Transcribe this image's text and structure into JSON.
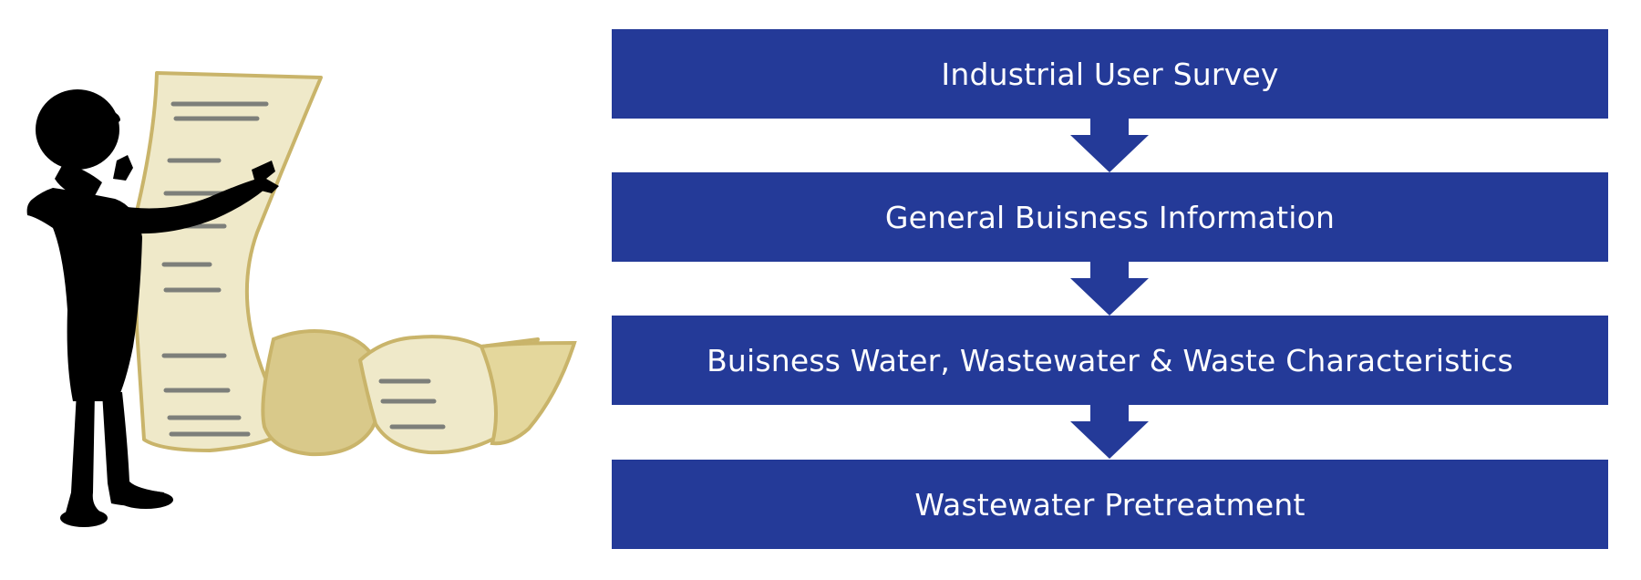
{
  "colors": {
    "box_fill": "#243a98",
    "box_text": "#ffffff",
    "scroll_paper": "#efe9c9",
    "scroll_edge": "#c9b46a",
    "scroll_lines": "#7d7f7a",
    "silhouette": "#000000"
  },
  "illustration": {
    "icon": "person-reading-scroll-icon"
  },
  "flow": {
    "steps": [
      {
        "label": "Industrial User Survey"
      },
      {
        "label": "General Buisness Information"
      },
      {
        "label": "Buisness Water, Wastewater & Waste Characteristics"
      },
      {
        "label": "Wastewater Pretreatment"
      }
    ],
    "connectors": [
      {
        "icon": "arrow-down-icon"
      },
      {
        "icon": "arrow-down-icon"
      },
      {
        "icon": "arrow-down-icon"
      }
    ]
  }
}
